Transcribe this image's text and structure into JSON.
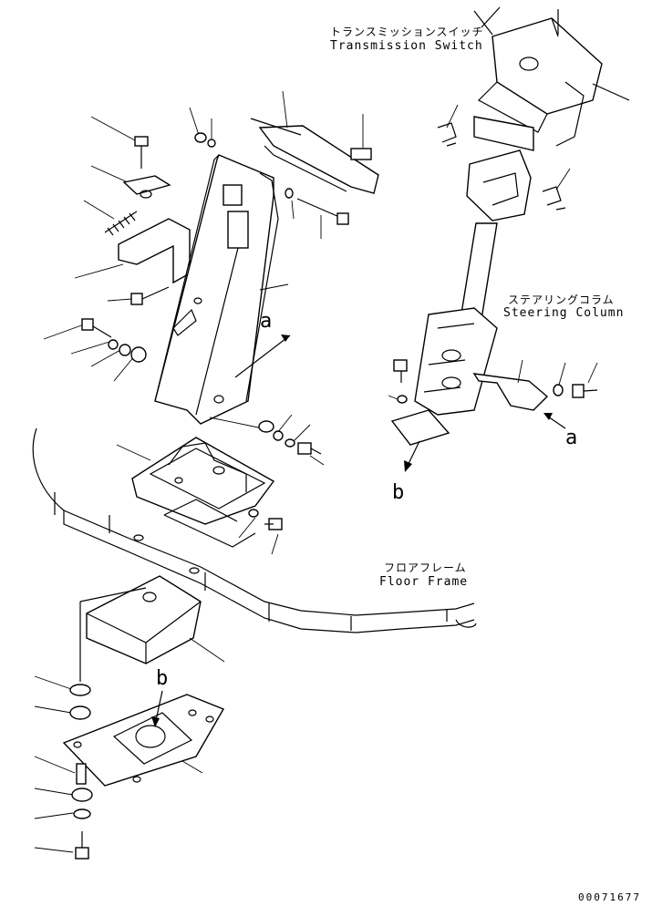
{
  "labels": {
    "transmission_switch_jp": "トランスミッションスイッチ",
    "transmission_switch_en": "Transmission Switch",
    "steering_column_jp": "ステアリングコラム",
    "steering_column_en": "Steering Column",
    "floor_frame_jp": "フロアフレーム",
    "floor_frame_en": "Floor Frame"
  },
  "callouts": {
    "a_left": "a",
    "a_right": "a",
    "b_right": "b",
    "b_lower": "b"
  },
  "drawing_number": "00071677"
}
